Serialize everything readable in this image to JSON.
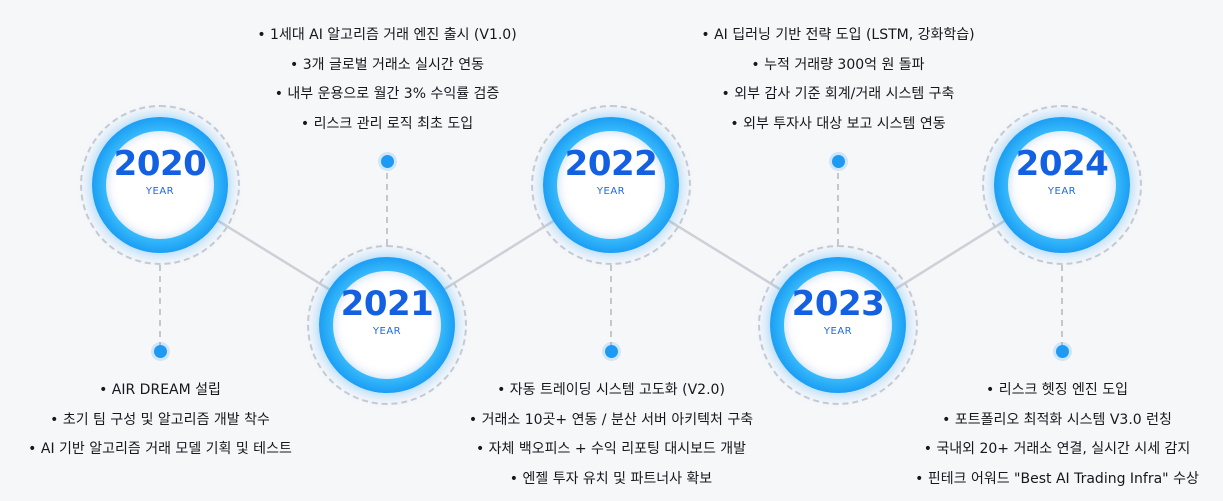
{
  "year_word": "YEAR",
  "accent": "#1360e2",
  "milestones": [
    {
      "year": "2020",
      "items": [
        "AIR DREAM 설립",
        "초기 팀 구성 및 알고리즘 개발 착수",
        "AI 기반 알고리즘 거래 모델 기획 및 테스트"
      ]
    },
    {
      "year": "2021",
      "items": [
        "1세대 AI 알고리즘 거래 엔진 출시 (V1.0)",
        "3개 글로벌 거래소 실시간 연동",
        "내부 운용으로 월간 3% 수익률 검증",
        "리스크 관리 로직 최초 도입"
      ]
    },
    {
      "year": "2022",
      "items": [
        "자동 트레이딩 시스템 고도화 (V2.0)",
        "거래소 10곳+ 연동 / 분산 서버 아키텍처 구축",
        "자체 백오피스 + 수익 리포팅 대시보드 개발",
        "엔젤 투자 유치 및 파트너사 확보"
      ]
    },
    {
      "year": "2023",
      "items": [
        "AI 딥러닝 기반 전략 도입 (LSTM, 강화학습)",
        "누적 거래량 300억 원 돌파",
        "외부 감사 기준 회계/거래 시스템 구축",
        "외부 투자사 대상 보고 시스템 연동"
      ]
    },
    {
      "year": "2024",
      "items": [
        "리스크 헷징 엔진 도입",
        "포트폴리오 최적화 시스템 V3.0 런칭",
        "국내외 20+ 거래소 연결, 실시간 시세 감지",
        "핀테크 어워드 \"Best AI Trading Infra\" 수상"
      ]
    }
  ]
}
